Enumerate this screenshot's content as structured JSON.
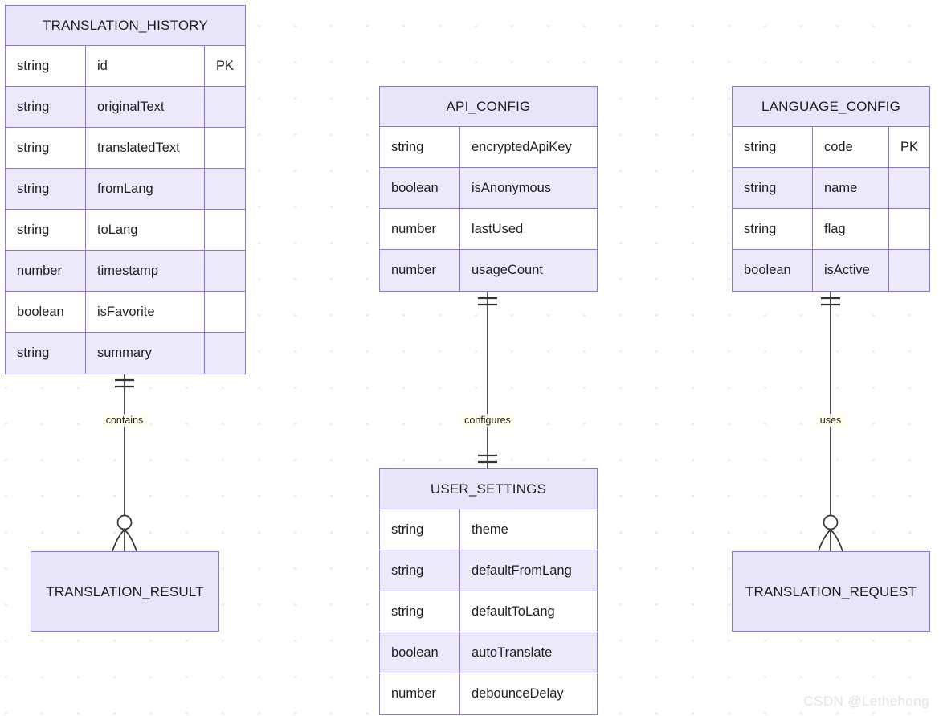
{
  "diagram": {
    "type": "entity-relationship-diagram",
    "colors": {
      "entity_border": "#9370db",
      "entity_header_fill": "#e8e5fa",
      "row_alt_fill": "#ece9fb",
      "row_fill": "#ffffff",
      "connector_stroke": "#333333",
      "background": "#ffffff",
      "grid_dot": "#ececec",
      "watermark": "#e3e3e3"
    },
    "key_label": "PK",
    "entities": [
      {
        "id": "translation_history",
        "name": "TRANSLATION_HISTORY",
        "has_key_column": true,
        "attributes": [
          {
            "type": "string",
            "name": "id",
            "key": "PK"
          },
          {
            "type": "string",
            "name": "originalText",
            "key": ""
          },
          {
            "type": "string",
            "name": "translatedText",
            "key": ""
          },
          {
            "type": "string",
            "name": "fromLang",
            "key": ""
          },
          {
            "type": "string",
            "name": "toLang",
            "key": ""
          },
          {
            "type": "number",
            "name": "timestamp",
            "key": ""
          },
          {
            "type": "boolean",
            "name": "isFavorite",
            "key": ""
          },
          {
            "type": "string",
            "name": "summary",
            "key": ""
          }
        ]
      },
      {
        "id": "api_config",
        "name": "API_CONFIG",
        "has_key_column": false,
        "attributes": [
          {
            "type": "string",
            "name": "encryptedApiKey",
            "key": ""
          },
          {
            "type": "boolean",
            "name": "isAnonymous",
            "key": ""
          },
          {
            "type": "number",
            "name": "lastUsed",
            "key": ""
          },
          {
            "type": "number",
            "name": "usageCount",
            "key": ""
          }
        ]
      },
      {
        "id": "language_config",
        "name": "LANGUAGE_CONFIG",
        "has_key_column": true,
        "attributes": [
          {
            "type": "string",
            "name": "code",
            "key": "PK"
          },
          {
            "type": "string",
            "name": "name",
            "key": ""
          },
          {
            "type": "string",
            "name": "flag",
            "key": ""
          },
          {
            "type": "boolean",
            "name": "isActive",
            "key": ""
          }
        ]
      },
      {
        "id": "user_settings",
        "name": "USER_SETTINGS",
        "has_key_column": false,
        "attributes": [
          {
            "type": "string",
            "name": "theme",
            "key": ""
          },
          {
            "type": "string",
            "name": "defaultFromLang",
            "key": ""
          },
          {
            "type": "string",
            "name": "defaultToLang",
            "key": ""
          },
          {
            "type": "boolean",
            "name": "autoTranslate",
            "key": ""
          },
          {
            "type": "number",
            "name": "debounceDelay",
            "key": ""
          }
        ]
      },
      {
        "id": "translation_result",
        "name": "TRANSLATION_RESULT",
        "has_key_column": false,
        "attributes": []
      },
      {
        "id": "translation_request",
        "name": "TRANSLATION_REQUEST",
        "has_key_column": false,
        "attributes": []
      }
    ],
    "relationships": [
      {
        "id": "contains",
        "label": "contains",
        "from": "TRANSLATION_HISTORY",
        "to": "TRANSLATION_RESULT",
        "from_cardinality": "one-and-only-one",
        "to_cardinality": "zero-or-many"
      },
      {
        "id": "configures",
        "label": "configures",
        "from": "API_CONFIG",
        "to": "USER_SETTINGS",
        "from_cardinality": "one-and-only-one",
        "to_cardinality": "one-and-only-one"
      },
      {
        "id": "uses",
        "label": "uses",
        "from": "LANGUAGE_CONFIG",
        "to": "TRANSLATION_REQUEST",
        "from_cardinality": "one-and-only-one",
        "to_cardinality": "zero-or-many"
      }
    ]
  },
  "watermark": {
    "text": "CSDN @Lethehong"
  }
}
